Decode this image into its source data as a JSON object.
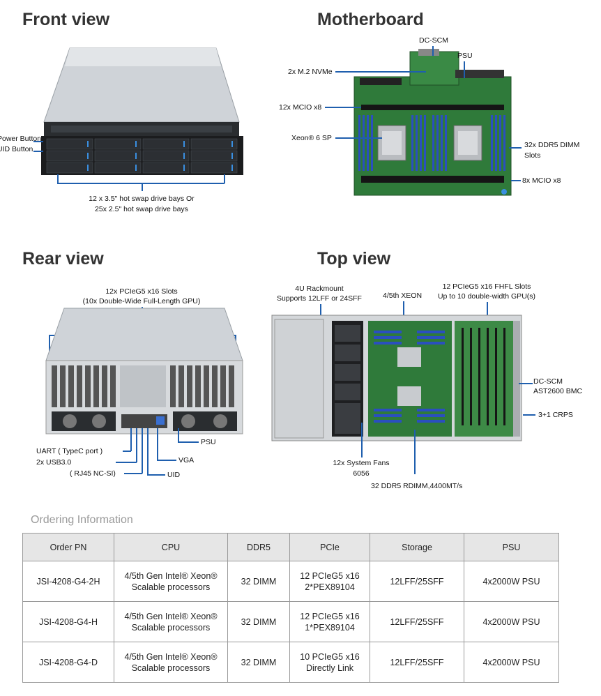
{
  "sections": {
    "front": {
      "title": "Front view",
      "power_button": "Power Button",
      "uid_button": "UID Button",
      "drive_bays_line1": "12 x 3.5\" hot swap drive bays Or",
      "drive_bays_line2": "25x 2.5\" hot swap drive bays"
    },
    "motherboard": {
      "title": "Motherboard",
      "dc_scm": "DC-SCM",
      "psu": "PSU",
      "m2": "2x M.2 NVMe",
      "mcio12": "12x MCIO x8",
      "xeon": "Xeon® 6 SP",
      "ddr5_line1": "32x DDR5 DIMM",
      "ddr5_line2": "Slots",
      "mcio8": "8x MCIO x8"
    },
    "rear": {
      "title": "Rear view",
      "slots_line1": "12x PCIeG5 x16 Slots",
      "slots_line2": "(10x Double-Wide Full-Length GPU)",
      "uart": "UART ( TypeC port )",
      "usb": "2x USB3.0",
      "rj45": "( RJ45  NC-SI)",
      "psu": "PSU",
      "vga": "VGA",
      "uid": "UID"
    },
    "top": {
      "title": "Top view",
      "rack_line1": "4U Rackmount",
      "rack_line2": "Supports 12LFF or 24SFF",
      "xeon": "4/5th XEON",
      "pcie_line1": "12 PCIeG5 x16 FHFL Slots",
      "pcie_line2": "Up to 10 double-width GPU(s)",
      "dcscm_line1": "DC-SCM",
      "dcscm_line2": "AST2600 BMC",
      "crps": "3+1 CRPS",
      "fans_line1": "12x System Fans",
      "fans_line2": "6056",
      "ddr": "32 DDR5 RDIMM,4400MT/s"
    }
  },
  "ordering": {
    "title": "Ordering Information",
    "headers": [
      "Order PN",
      "CPU",
      "DDR5",
      "PCIe",
      "Storage",
      "PSU"
    ],
    "rows": [
      [
        "JSI-4208-G4-2H",
        "4/5th Gen Intel® Xeon®\nScalable processors",
        "32 DIMM",
        "12 PCIeG5 x16\n2*PEX89104",
        "12LFF/25SFF",
        "4x2000W PSU"
      ],
      [
        "JSI-4208-G4-H",
        "4/5th Gen Intel® Xeon®\nScalable processors",
        "32 DIMM",
        "12 PCIeG5 x16\n1*PEX89104",
        "12LFF/25SFF",
        "4x2000W PSU"
      ],
      [
        "JSI-4208-G4-D",
        "4/5th Gen Intel® Xeon®\nScalable processors",
        "32 DIMM",
        "10 PCIeG5 x16\nDirectly Link",
        "12LFF/25SFF",
        "4x2000W PSU"
      ]
    ]
  },
  "colors": {
    "callout_line": "#1f5fae",
    "board_green": "#2f7a3a",
    "dimm_blue": "#2a4fbf",
    "chassis": "#c8ccd0",
    "dark": "#1c1c1c"
  }
}
